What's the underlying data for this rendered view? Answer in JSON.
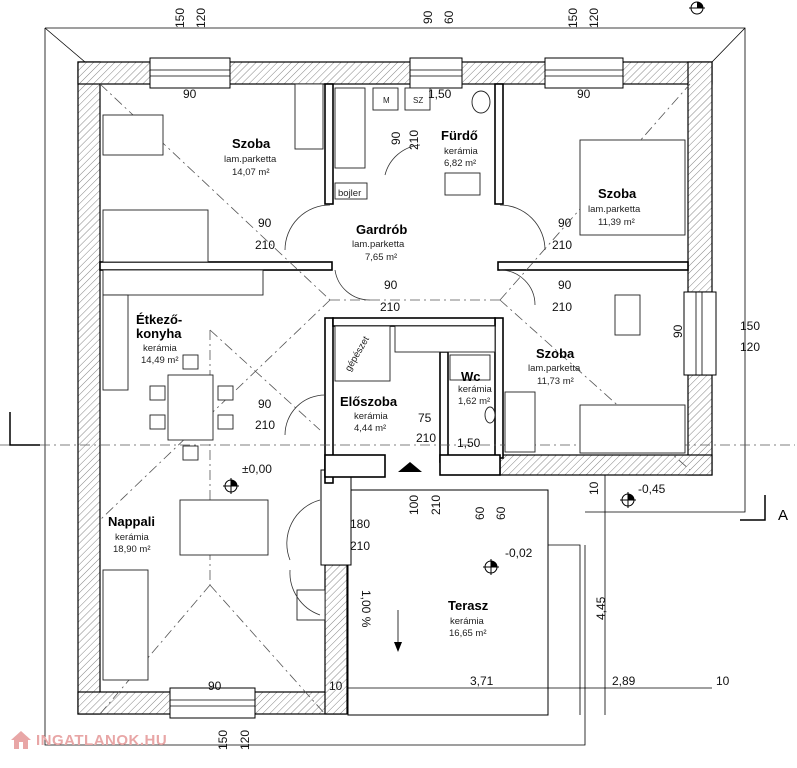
{
  "rooms": {
    "szoba1": {
      "name": "Szoba",
      "floor": "lam.parketta",
      "area": "14,07 m²"
    },
    "furdo": {
      "name": "Fürdő",
      "floor": "kerámia",
      "area": "6,82 m²"
    },
    "szoba2": {
      "name": "Szoba",
      "floor": "lam.parketta",
      "area": "11,39 m²"
    },
    "gardrob": {
      "name": "Gardrób",
      "floor": "lam.parketta",
      "area": "7,65 m²"
    },
    "etkezo": {
      "name1": "Étkező-",
      "name2": "konyha",
      "floor": "kerámia",
      "area": "14,49 m²"
    },
    "szoba3": {
      "name": "Szoba",
      "floor": "lam.parketta",
      "area": "11,73 m²"
    },
    "wc": {
      "name": "Wc",
      "floor": "kerámia",
      "area": "1,62 m²"
    },
    "eloszoba": {
      "name": "Előszoba",
      "floor": "kerámia",
      "area": "4,44 m²"
    },
    "nappali": {
      "name": "Nappali",
      "floor": "kerámia",
      "area": "18,90 m²"
    },
    "terasz": {
      "name": "Terasz",
      "floor": "kerámia",
      "area": "16,65 m²"
    }
  },
  "fixtures": {
    "boiler": "bojler",
    "gepeszet": "gépészet",
    "m": "M",
    "sz": "SZ"
  },
  "levels": {
    "l1": "±0,00",
    "l2": "-0,45",
    "l3": "-0,02"
  },
  "slope": "1,00 %",
  "section_mark": "A",
  "dims": {
    "d150": "150",
    "d120": "120",
    "d90": "90",
    "d60": "60",
    "d210": "210",
    "d75": "75",
    "d180": "180",
    "d100": "100",
    "d10": "10",
    "d1_50": "1,50",
    "d3_71": "3,71",
    "d2_89": "2,89",
    "d4_45": "4,45"
  },
  "watermark": "INGATLANOK.HU"
}
